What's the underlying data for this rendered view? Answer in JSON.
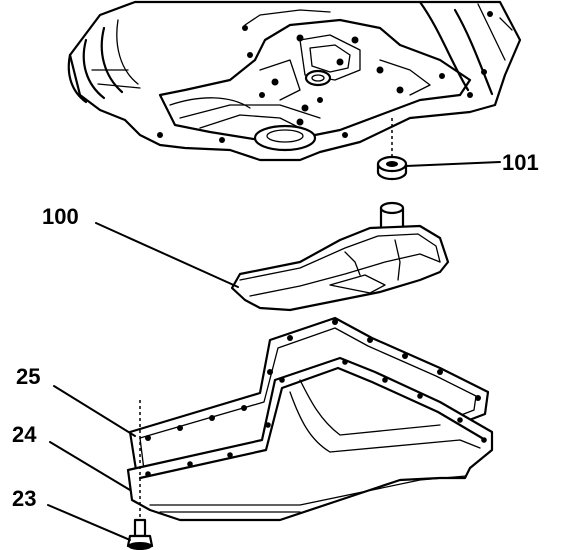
{
  "callouts": [
    {
      "id": "c101",
      "label": "101"
    },
    {
      "id": "c100",
      "label": "100"
    },
    {
      "id": "c25",
      "label": "25"
    },
    {
      "id": "c24",
      "label": "24"
    },
    {
      "id": "c23",
      "label": "23"
    }
  ]
}
